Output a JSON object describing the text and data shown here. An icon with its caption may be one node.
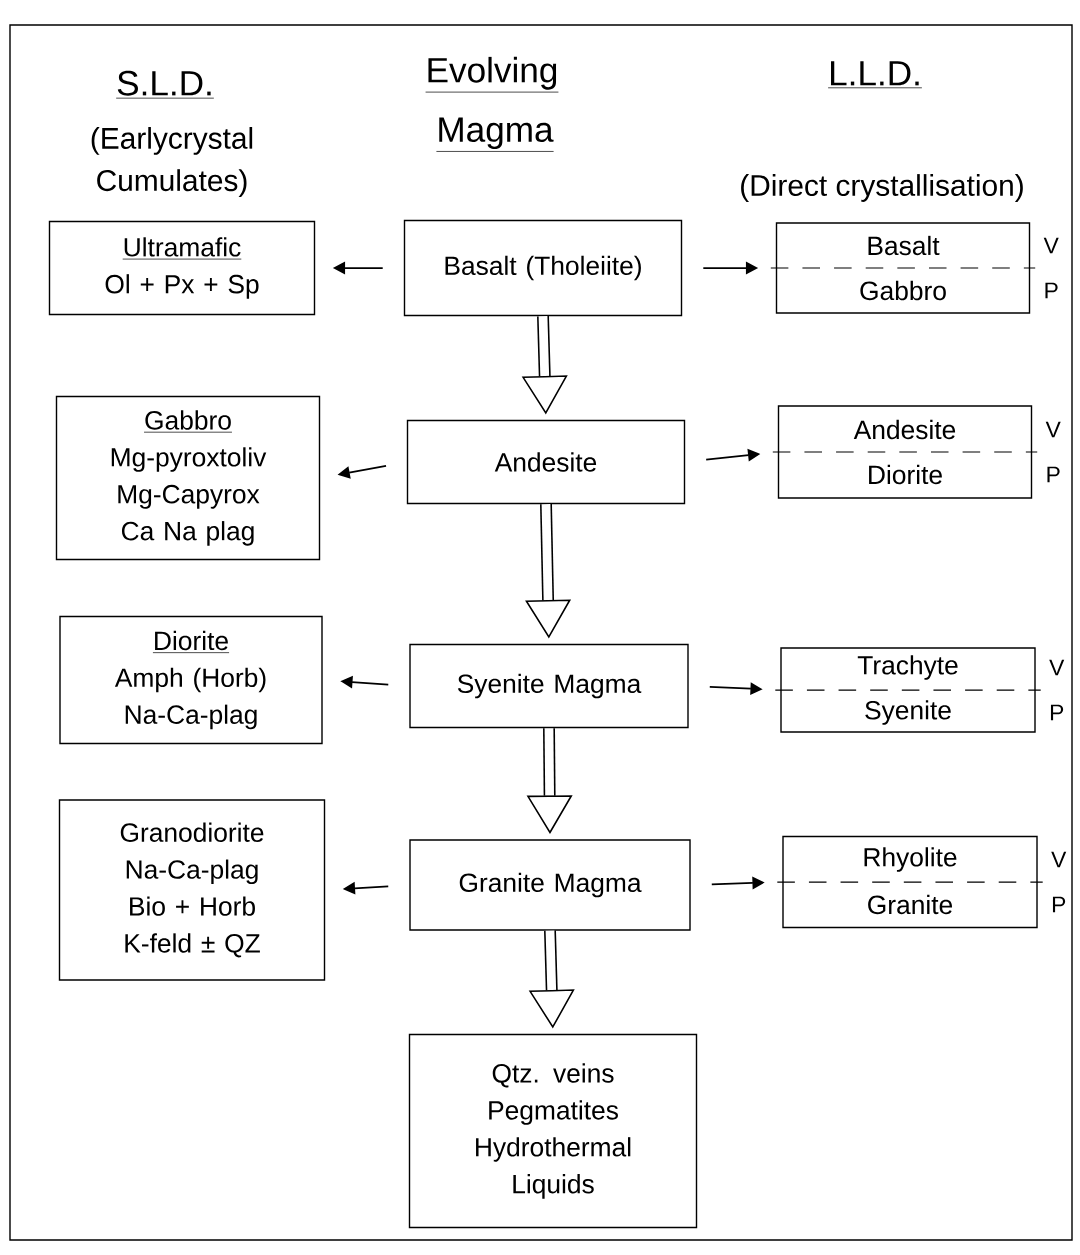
{
  "diagram": {
    "nodes": [
      {
        "text": [
          "Ultramafic",
          "Ol + Px + Sp"
        ]
      },
      {
        "text": [
          "Basalt (Tholeiite)"
        ]
      },
      {
        "text": [
          "Basalt",
          "Gabbro"
        ],
        "beside": [
          "V",
          "P"
        ]
      },
      {
        "text": [
          "Gabbro",
          "Mg-pyroxtoliv",
          "Mg-Capyrox",
          "Ca Na plag"
        ]
      },
      {
        "text": [
          "Andesite"
        ]
      },
      {
        "text": [
          "Andesite",
          "Diorite"
        ],
        "beside": [
          "V",
          "P"
        ]
      },
      {
        "text": [
          "Diorite",
          "Amph (Horb)",
          "Na-Ca-plag"
        ]
      },
      {
        "text": [
          "Syenite Magma"
        ]
      },
      {
        "text": [
          "Trachyte",
          "Syenite"
        ],
        "beside": [
          "V",
          "P"
        ]
      },
      {
        "text": [
          "Granodiorite",
          "Na-Ca-plag",
          "Bio + Horb",
          "K-feld ± QZ"
        ]
      },
      {
        "text": [
          "Granite Magma"
        ]
      },
      {
        "text": [
          "Rhyolite",
          "Granite"
        ],
        "beside": [
          "V",
          "P"
        ]
      },
      {
        "text": [
          "Qtz. veins",
          "Pegmatites",
          "Hydrothermal",
          "Liquids"
        ]
      }
    ],
    "edges": [
      {
        "from": 1,
        "to": 0,
        "arrow": "to"
      },
      {
        "from": 1,
        "to": 2,
        "arrow": "to"
      },
      {
        "from": 1,
        "to": 4,
        "arrow": "to",
        "style": "thick"
      },
      {
        "from": 4,
        "to": 3,
        "arrow": "to"
      },
      {
        "from": 4,
        "to": 5,
        "arrow": "to"
      },
      {
        "from": 4,
        "to": 7,
        "arrow": "to",
        "style": "thick"
      },
      {
        "from": 7,
        "to": 6,
        "arrow": "to"
      },
      {
        "from": 7,
        "to": 8,
        "arrow": "to"
      },
      {
        "from": 7,
        "to": 10,
        "arrow": "to",
        "style": "thick"
      },
      {
        "from": 10,
        "to": 9,
        "arrow": "to"
      },
      {
        "from": 10,
        "to": 11,
        "arrow": "to"
      },
      {
        "from": 10,
        "to": 12,
        "arrow": "to",
        "style": "thick"
      }
    ],
    "labels": [
      "S.L.D.",
      "(Earlycrystal Cumulates)",
      "Evolving",
      "Magma",
      "L.L.D.",
      "(Direct crystallisation)"
    ]
  }
}
